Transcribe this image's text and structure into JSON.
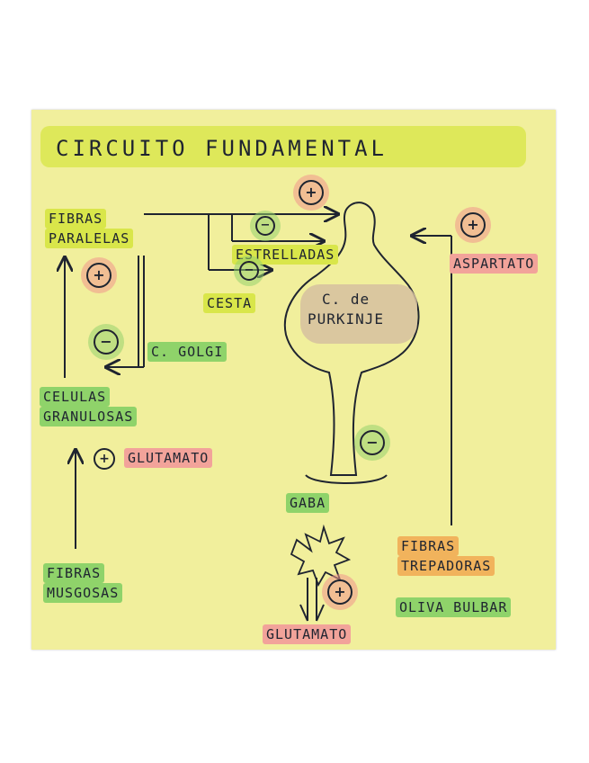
{
  "heading": {
    "title": "CIRCUITO FUNDAMENTAL"
  },
  "labels": {
    "fibras_paralelas": [
      "FIBRAS",
      "PARALELAS"
    ],
    "estrelladas": "ESTRELLADAS",
    "cesta": "CESTA",
    "purkinje": [
      "C. de",
      "PURKINJE"
    ],
    "aspartato": "ASPARTATO",
    "c_golgi": "C. GOLGI",
    "celulas_granulosas": [
      "CELULAS",
      "GRANULOSAS"
    ],
    "glutamato_top": "GLUTAMATO",
    "gaba": "GABA",
    "fibras_musgosas": [
      "FIBRAS",
      "MUSGOSAS"
    ],
    "fibras_trepadoras": [
      "FIBRAS",
      "TREPADORAS"
    ],
    "oliva_bulbar": "OLIVA BULBAR",
    "glutamato_bottom": "GLUTAMATO"
  },
  "signs": {
    "plus": "+",
    "minus": "−"
  },
  "colors": {
    "paper": "#f1ef9c",
    "ink": "#1f2430",
    "highlight_yellow_green": "#d9e64a",
    "highlight_pink": "#f2a39a",
    "highlight_green": "#8fd36a",
    "highlight_orange": "#f1b35c",
    "purkinje_fill": "#d6c0a0"
  }
}
